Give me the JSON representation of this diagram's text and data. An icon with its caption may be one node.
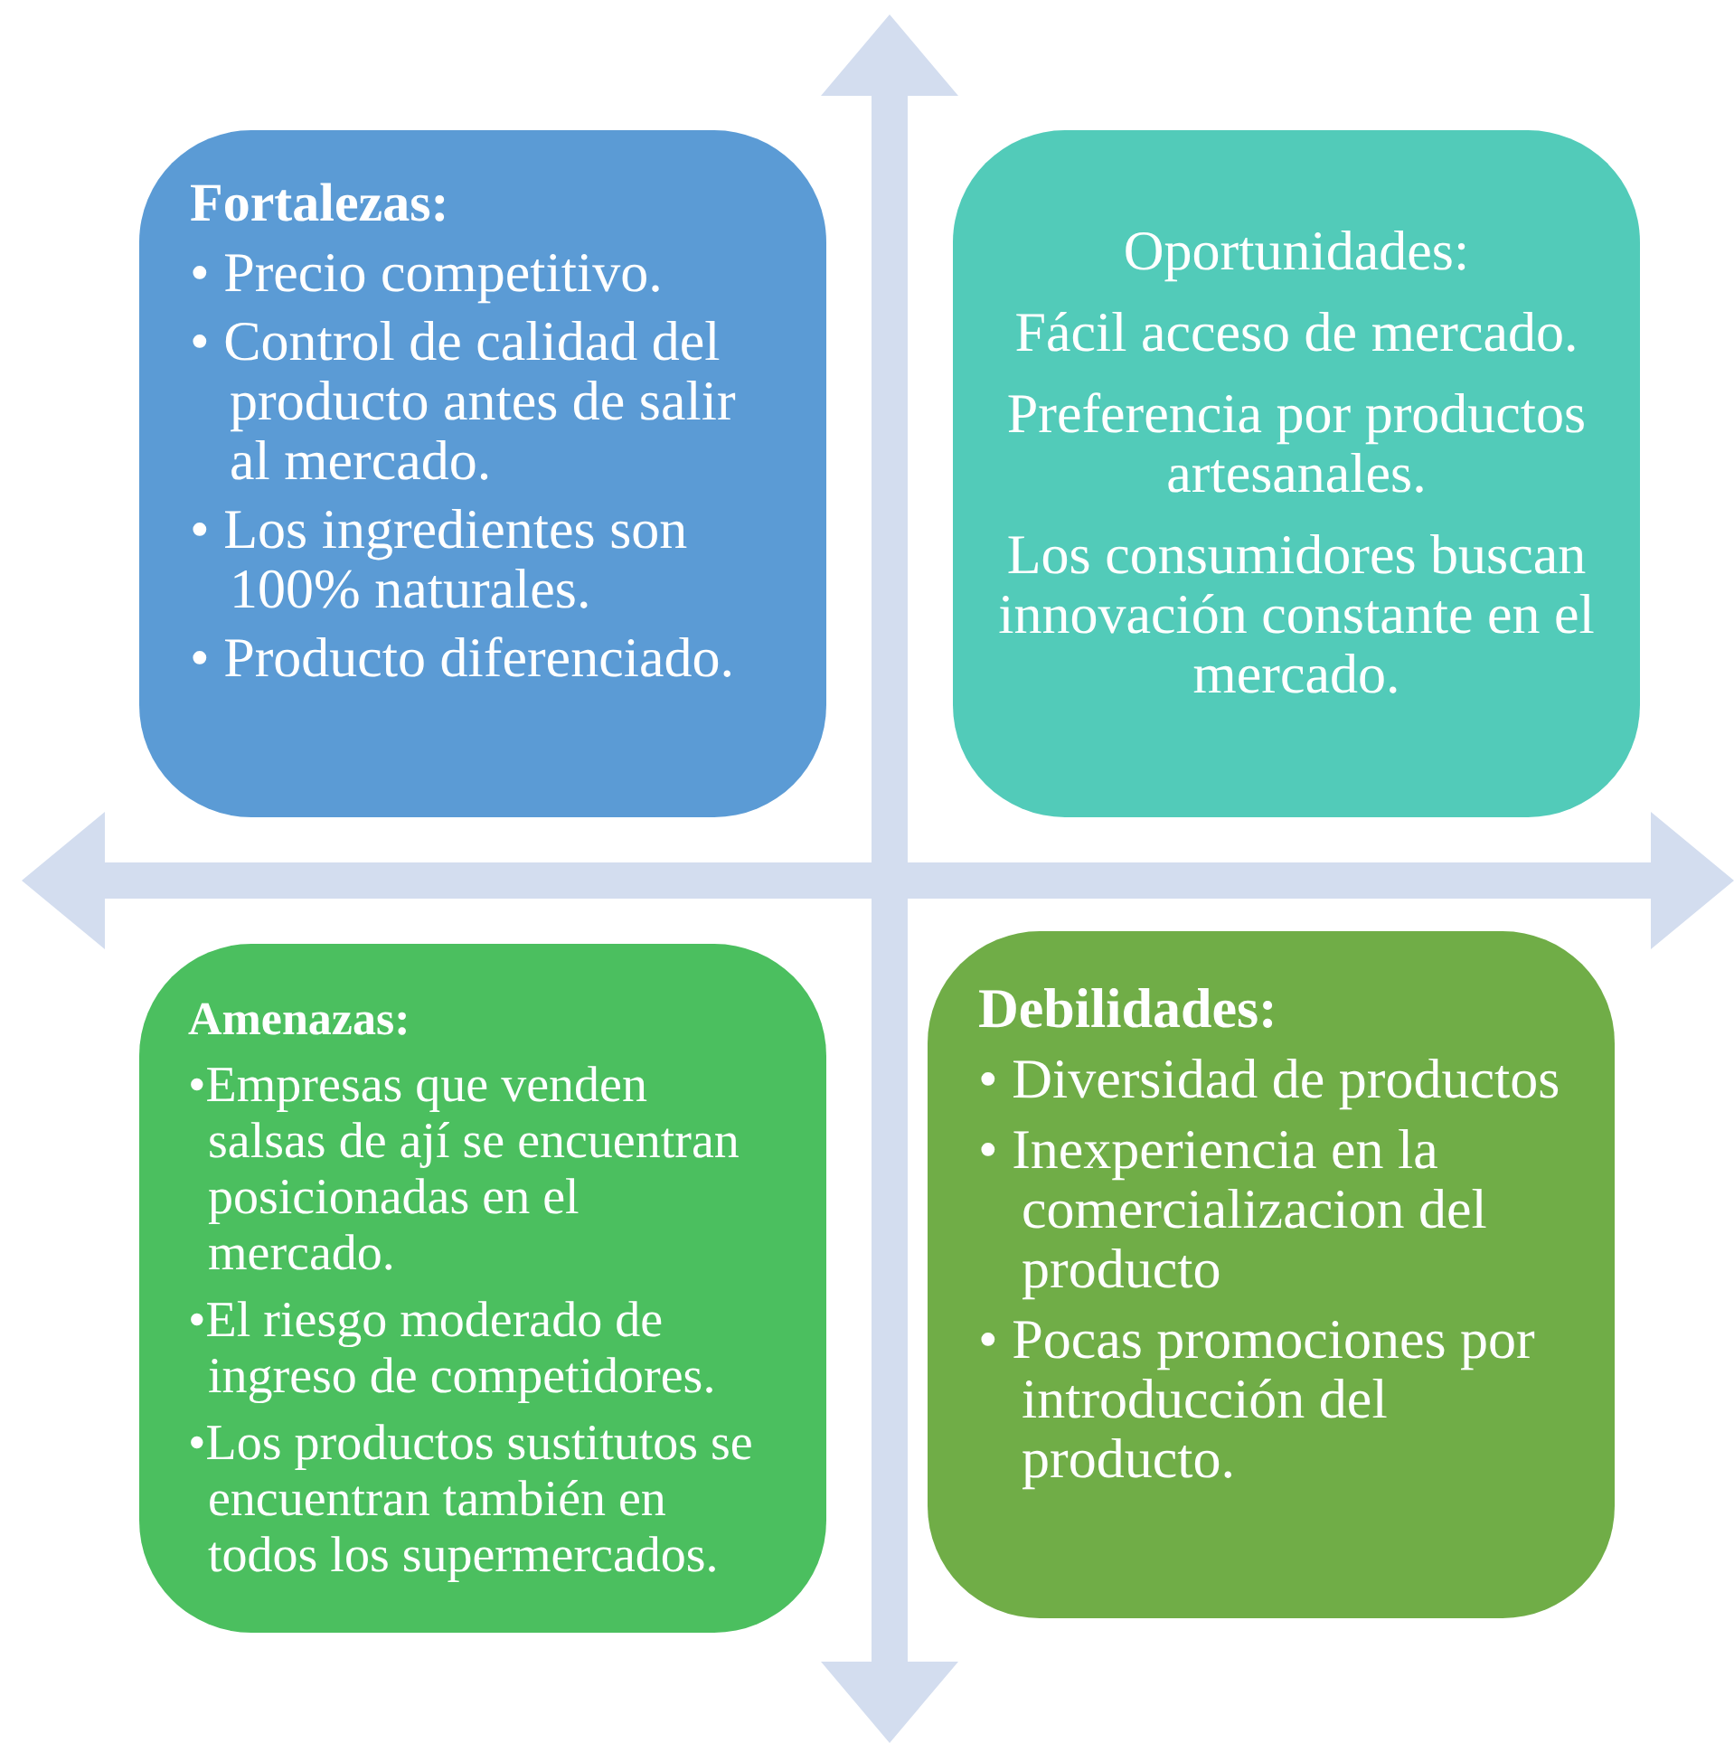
{
  "diagram": {
    "nodes": [
      {
        "text": [
          "Fortalezas:",
          "• Precio competitivo.",
          "• Control de calidad del producto antes de salir al mercado.",
          "• Los ingredientes son 100% naturales.",
          "• Producto diferenciado."
        ]
      },
      {
        "text": [
          "Oportunidades:",
          "Fácil acceso de mercado.",
          "Preferencia por productos artesanales.",
          "Los consumidores buscan innovación constante en el mercado."
        ]
      },
      {
        "text": [
          "Amenazas:",
          "•Empresas que venden salsas de ají se encuentran posicionadas en el mercado.",
          "•El riesgo moderado de ingreso de competidores.",
          "•Los productos sustitutos se encuentran también en todos los supermercados."
        ]
      },
      {
        "text": [
          "Debilidades:",
          "• Diversidad de productos",
          "• Inexperiencia en la comercializacion del producto",
          "• Pocas promociones por introducción del producto."
        ]
      }
    ]
  }
}
